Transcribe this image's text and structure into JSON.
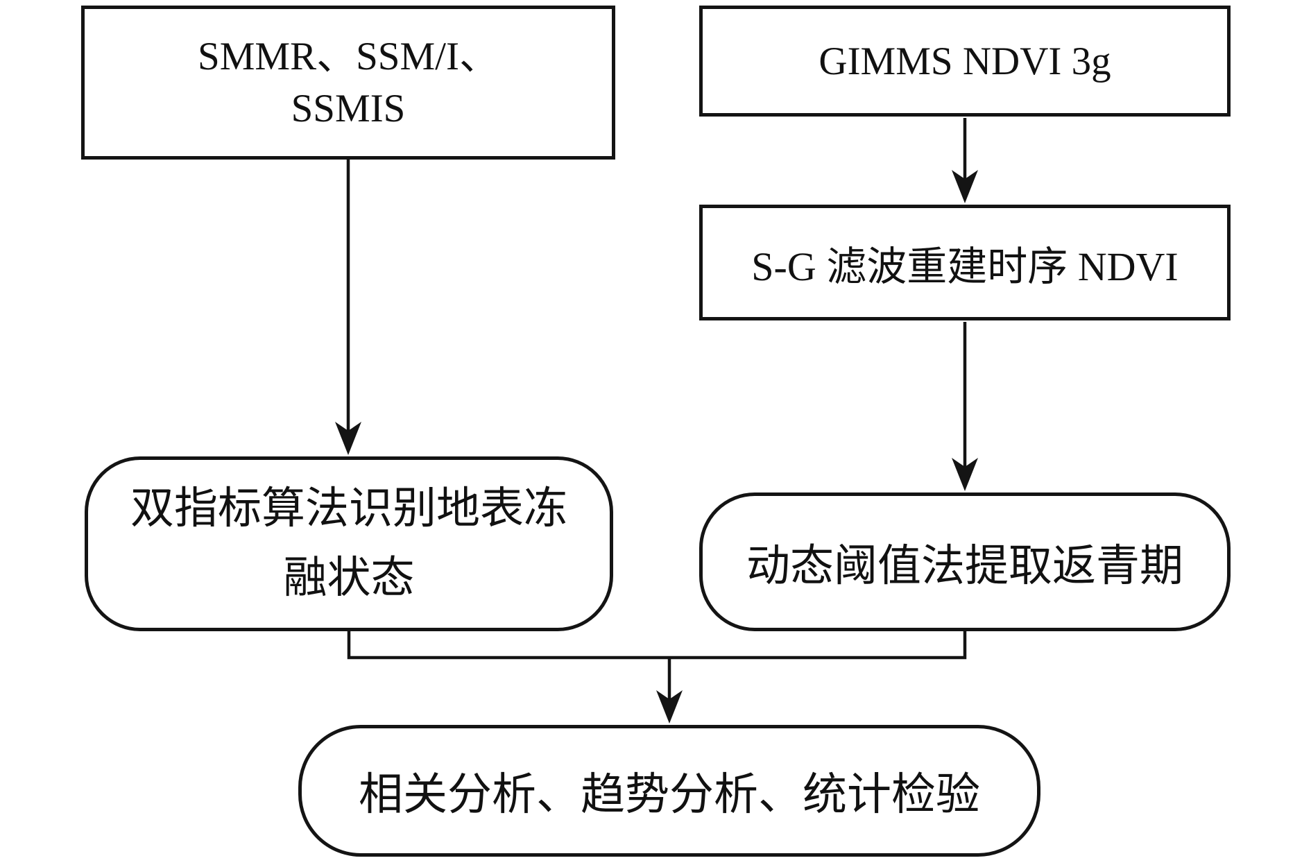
{
  "figure": {
    "background_color": "#ffffff",
    "line_color": "#141414"
  },
  "nodes": {
    "sensors": {
      "line1": "SMMR、SSM/I、",
      "line2": "SSMIS"
    },
    "gimms": {
      "label": "GIMMS NDVI 3g"
    },
    "sg": {
      "label": "S-G 滤波重建时序 NDVI"
    },
    "freeze": {
      "line1": "双指标算法识别地表冻",
      "line2": "融状态"
    },
    "greenup": {
      "label": "动态阈值法提取返青期"
    },
    "analysis": {
      "label": "相关分析、趋势分析、统计检验"
    }
  }
}
